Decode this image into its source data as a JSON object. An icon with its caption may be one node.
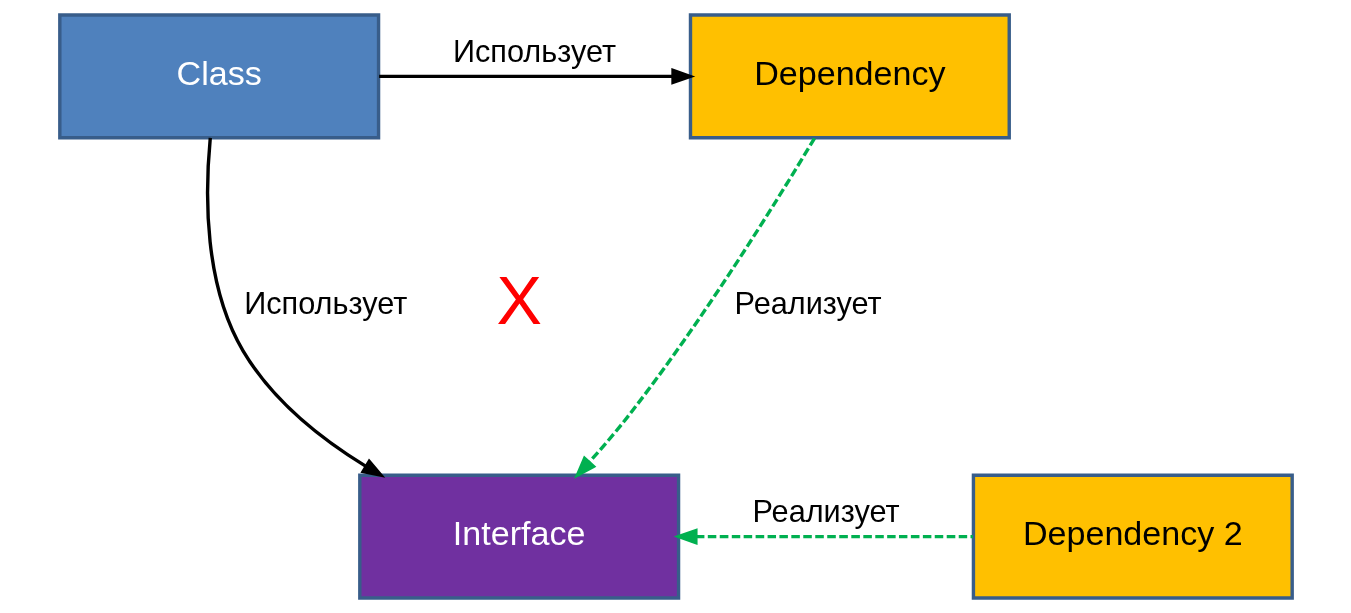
{
  "diagram": {
    "nodes": [
      {
        "text": [
          "Class"
        ]
      },
      {
        "text": [
          "Dependency"
        ]
      },
      {
        "text": [
          "Interface"
        ]
      },
      {
        "text": [
          "Dependency 2"
        ]
      }
    ],
    "edges": [
      {
        "from": 0,
        "to": 1,
        "arrow": "to",
        "label": "Использует"
      },
      {
        "from": 0,
        "to": 2,
        "arrow": "to",
        "label": "Использует"
      },
      {
        "from": 1,
        "to": 2,
        "arrow": "to",
        "label": "Реализует",
        "style": "dashed",
        "color": "#00b050"
      },
      {
        "from": 3,
        "to": 2,
        "arrow": "to",
        "label": "Реализует",
        "style": "dashed",
        "color": "#00b050"
      }
    ],
    "labels": [
      "X"
    ]
  }
}
